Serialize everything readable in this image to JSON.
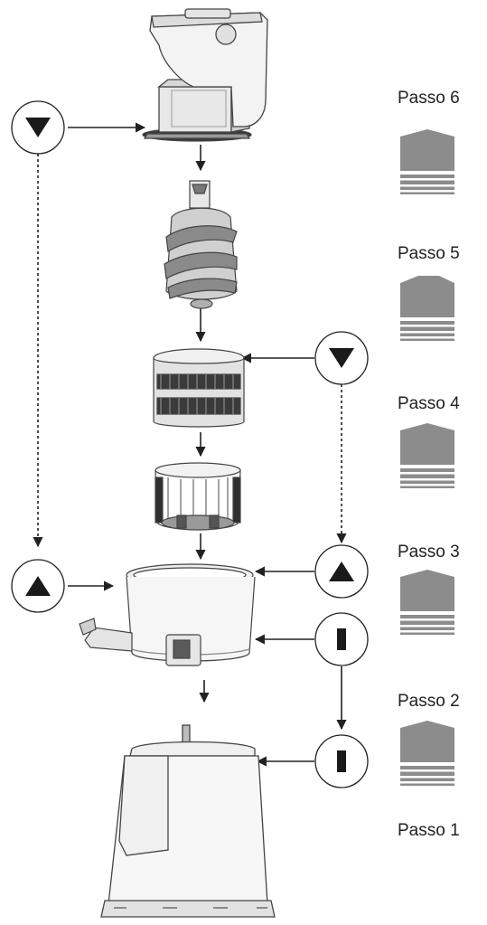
{
  "steps": [
    {
      "label": "Passo 6",
      "icon": "step-indicator-icon"
    },
    {
      "label": "Passo 5",
      "icon": "step-indicator-icon"
    },
    {
      "label": "Passo 4",
      "icon": "step-indicator-icon"
    },
    {
      "label": "Passo 3",
      "icon": "step-indicator-icon"
    },
    {
      "label": "Passo 2",
      "icon": "step-indicator-icon"
    },
    {
      "label": "Passo 1"
    }
  ],
  "markers": {
    "down": "triangle-down-marker-icon",
    "up": "triangle-up-marker-icon",
    "bar": "bar-marker-icon"
  },
  "parts": [
    "lid-with-hopper",
    "auger",
    "strainer",
    "rotating-brush",
    "bowl-with-spout",
    "motor-base"
  ],
  "colors": {
    "line": "#222222",
    "part-stroke": "#444444",
    "part-fill-light": "#f2f2f2",
    "part-fill-mid": "#c8c8c8",
    "part-fill-dark": "#3a3a3a",
    "step-icon": "#8c8c8c"
  }
}
